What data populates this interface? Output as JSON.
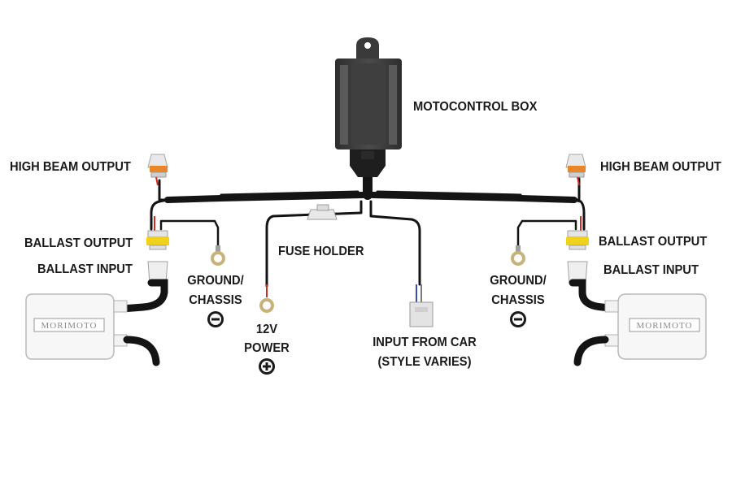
{
  "labels": {
    "motocontrol_box": "MOTOCONTROL BOX",
    "high_beam_output_left": "HIGH BEAM OUTPUT",
    "high_beam_output_right": "HIGH BEAM OUTPUT",
    "ballast_output_left": "BALLAST OUTPUT",
    "ballast_input_left": "BALLAST INPUT",
    "ballast_output_right": "BALLAST OUTPUT",
    "ballast_input_right": "BALLAST INPUT",
    "fuse_holder": "FUSE HOLDER",
    "ground_chassis_left_1": "GROUND/",
    "ground_chassis_left_2": "CHASSIS",
    "ground_chassis_right_1": "GROUND/",
    "ground_chassis_right_2": "CHASSIS",
    "power_12v_1": "12V",
    "power_12v_2": "POWER",
    "input_from_car_1": "INPUT FROM CAR",
    "input_from_car_2": "(STYLE VARIES)",
    "ballast_brand": "MORIMOTO"
  },
  "colors": {
    "wire": "#141414",
    "box": "#3a3a3a",
    "box_light": "#6b6b6b",
    "connector_orange": "#e8872a",
    "connector_yellow": "#f1d21a",
    "ring_terminal": "#c7b37a",
    "red_wire": "#d22a1f",
    "blue_wire": "#3b4bb8",
    "ballast_fill": "#f7f7f7",
    "ballast_stroke": "#b9b9b9"
  },
  "icons": {
    "ground": "minus-circle-icon",
    "power": "plus-circle-icon"
  }
}
